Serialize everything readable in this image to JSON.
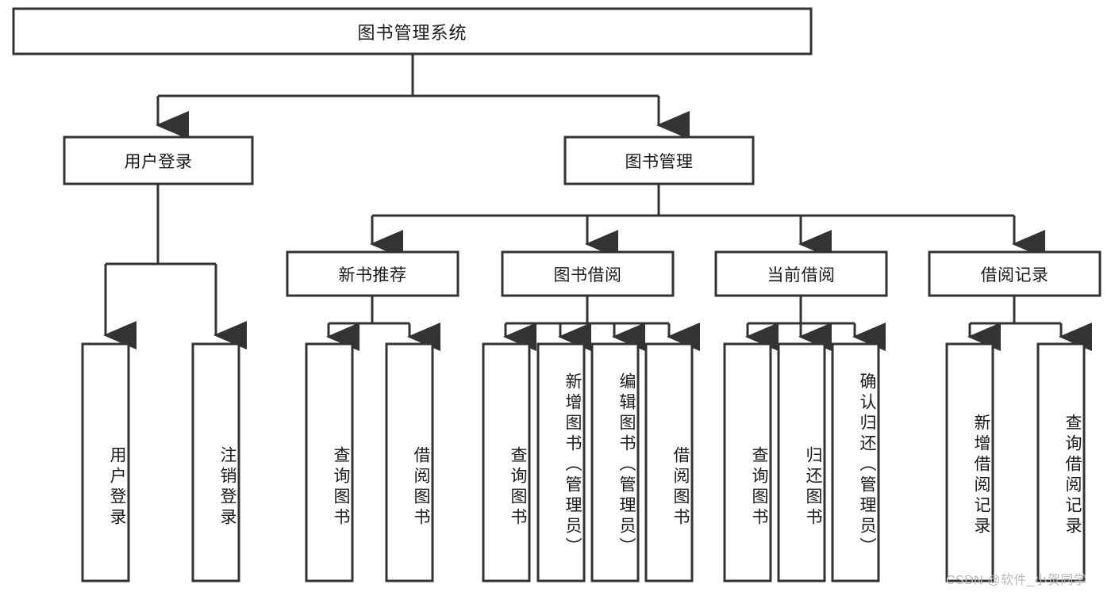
{
  "diagram": {
    "type": "tree-hierarchy",
    "title": "图书管理系统",
    "root": {
      "label": "图书管理系统"
    },
    "level2": [
      {
        "label": "用户登录"
      },
      {
        "label": "图书管理"
      }
    ],
    "level3": [
      {
        "label": "新书推荐"
      },
      {
        "label": "图书借阅"
      },
      {
        "label": "当前借阅"
      },
      {
        "label": "借阅记录"
      }
    ],
    "leaves": {
      "user_login": [
        {
          "label": "用户登录"
        },
        {
          "label": "注销登录"
        }
      ],
      "new_book_recommend": [
        {
          "label": "查询图书"
        },
        {
          "label": "借阅图书"
        }
      ],
      "book_borrow": [
        {
          "label": "查询图书"
        },
        {
          "label": "新增图书（管理员）"
        },
        {
          "label": "编辑图书（管理员）"
        },
        {
          "label": "借阅图书"
        }
      ],
      "current_borrow": [
        {
          "label": "查询图书"
        },
        {
          "label": "归还图书"
        },
        {
          "label": "确认归还（管理员）"
        }
      ],
      "borrow_record": [
        {
          "label": "新增借阅记录"
        },
        {
          "label": "查询借阅记录"
        }
      ]
    },
    "watermark": "CSDN @软件_小贺同学",
    "colors": {
      "stroke": "#333333",
      "fill": "#ffffff",
      "text": "#1a1a1a",
      "watermark": "#b9b9b9"
    }
  }
}
